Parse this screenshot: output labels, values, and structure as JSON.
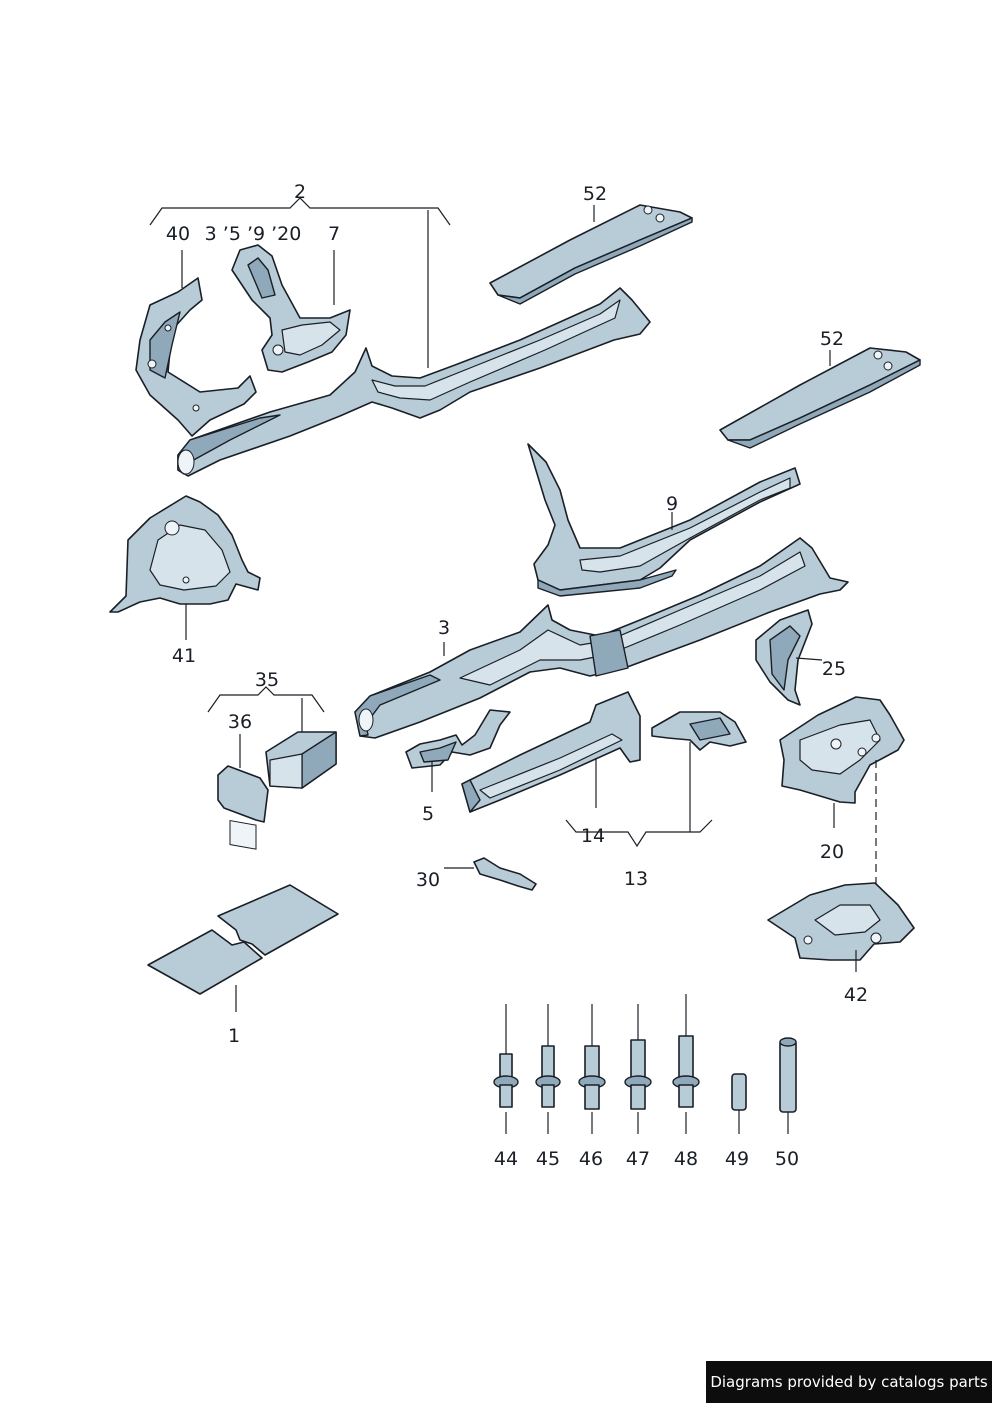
{
  "callouts": {
    "c2": "2",
    "c40": "40",
    "c3_5_9_20": "3 ’5 ’9 ’20",
    "c7": "7",
    "c52a": "52",
    "c52b": "52",
    "c41": "41",
    "c9": "9",
    "c3": "3",
    "c25": "25",
    "c35": "35",
    "c36": "36",
    "c5": "5",
    "c14": "14",
    "c13": "13",
    "c20": "20",
    "c30": "30",
    "c42": "42",
    "c1": "1",
    "c44": "44",
    "c45": "45",
    "c46": "46",
    "c47": "47",
    "c48": "48",
    "c49": "49",
    "c50": "50"
  },
  "footer": {
    "text": "Diagrams provided by catalogs parts"
  },
  "colors": {
    "part_fill": "#b8ccd8",
    "part_shadow": "#8fa9ba",
    "outline": "#1a1f26",
    "footer_bg": "#0d0d0d",
    "footer_text": "#ffffff"
  }
}
